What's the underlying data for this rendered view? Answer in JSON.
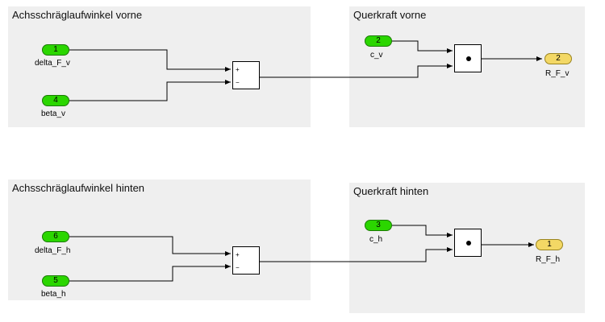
{
  "areas": {
    "top_left": "Achsschräglaufwinkel vorne",
    "top_right": "Querkraft vorne",
    "bottom_left": "Achsschräglaufwinkel hinten",
    "bottom_right": "Querkraft hinten"
  },
  "inports": {
    "delta_F_v": {
      "number": "1",
      "label": "delta_F_v"
    },
    "beta_v": {
      "number": "4",
      "label": "beta_v"
    },
    "c_v": {
      "number": "2",
      "label": "c_v"
    },
    "delta_F_h": {
      "number": "6",
      "label": "delta_F_h"
    },
    "beta_h": {
      "number": "5",
      "label": "beta_h"
    },
    "c_h": {
      "number": "3",
      "label": "c_h"
    }
  },
  "outports": {
    "R_F_v": {
      "number": "2",
      "label": "R_F_v"
    },
    "R_F_h": {
      "number": "1",
      "label": "R_F_h"
    }
  },
  "sum_signs": {
    "plus": "+",
    "minus": "−"
  },
  "colors": {
    "inport": "#2bd600",
    "outport": "#f3d865",
    "area_background": "#efefef"
  }
}
